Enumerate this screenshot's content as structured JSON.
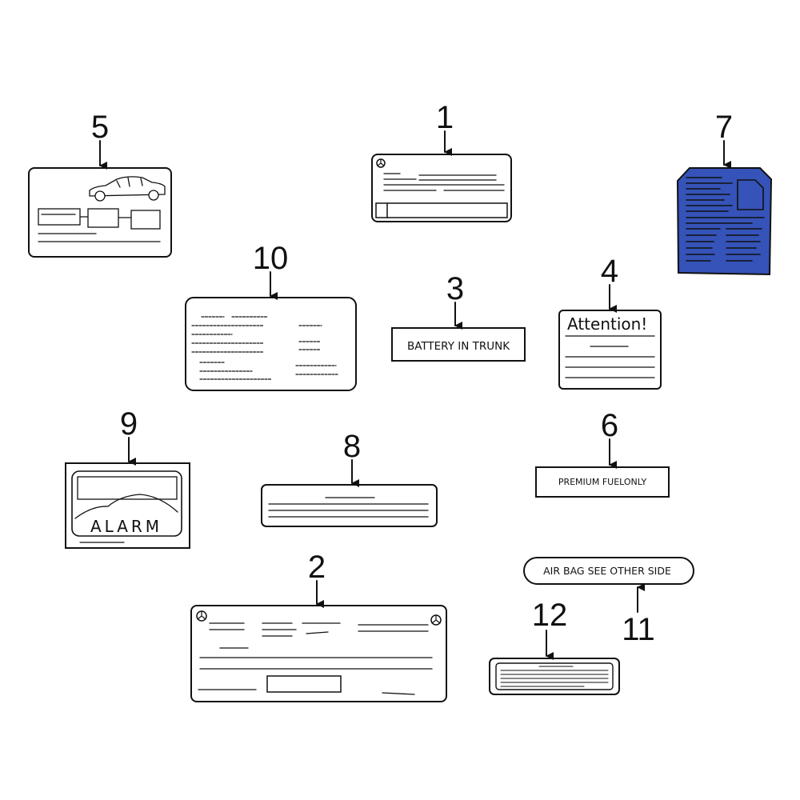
{
  "callouts": {
    "c1": "1",
    "c2": "2",
    "c3": "3",
    "c4": "4",
    "c5": "5",
    "c6": "6",
    "c7": "7",
    "c8": "8",
    "c9": "9",
    "c10": "10",
    "c11": "11",
    "c12": "12"
  },
  "labels": {
    "battery": "BATTERY IN TRUNK",
    "attention": "Attention!",
    "premium_fuel": "PREMIUM FUELONLY",
    "alarm": "ALARM",
    "airbag": "AIR BAG SEE OTHER SIDE"
  },
  "colors": {
    "highlight": "#3553b8",
    "line": "#111111",
    "paper": "#ffffff"
  },
  "icons": {
    "brand_emblem": "mercedes-star-icon",
    "car_silhouette": "car-icon"
  }
}
